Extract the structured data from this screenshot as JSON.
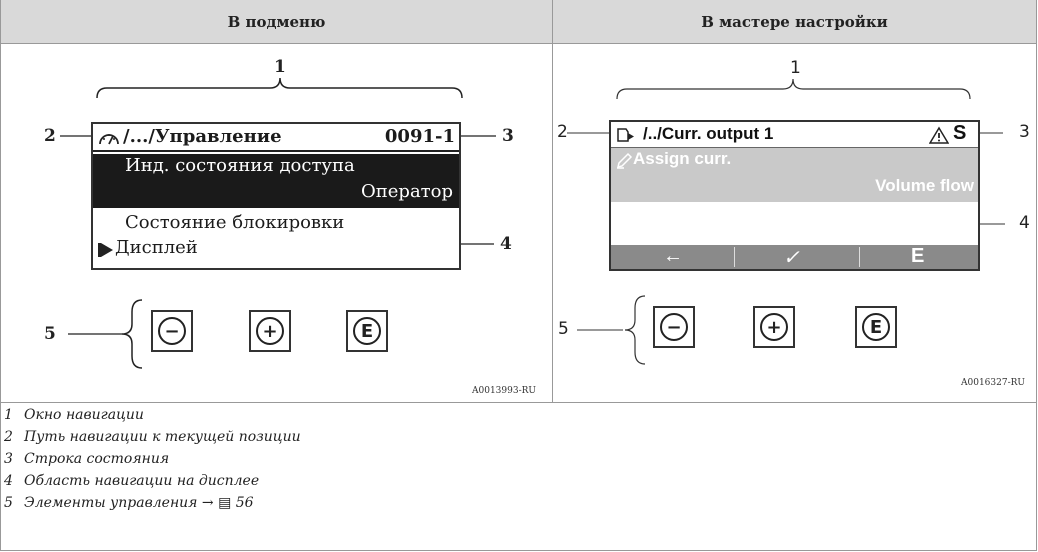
{
  "headers": {
    "left": "В подменю",
    "right": "В мастере настройки"
  },
  "left_panel": {
    "callouts": [
      "1",
      "2",
      "3",
      "4",
      "5"
    ],
    "path_icon": "gauge-icon",
    "path": "/.../Управление",
    "status": "0091-1",
    "rows": [
      {
        "text": "Инд. состояния доступа",
        "highlighted": true
      },
      {
        "text": "Оператор",
        "highlighted": true
      },
      {
        "text": "Состояние блокировки",
        "highlighted": false
      },
      {
        "text": "Дисплей",
        "highlighted": false
      }
    ],
    "pointer_icon": "triangle-pointer-icon",
    "buttons": [
      "−",
      "+",
      "E"
    ],
    "code": "A0013993-RU"
  },
  "right_panel": {
    "callouts": [
      "1",
      "2",
      "3",
      "4",
      "5"
    ],
    "path_icon": "wizard-icon",
    "path": "/../Curr. output 1",
    "status_icon": "warning-triangle-icon",
    "status_letter": "S",
    "edit_icon": "pencil-icon",
    "row1": "Assign curr.",
    "row2": "Volume flow",
    "softkeys": [
      "←",
      "✓",
      "E"
    ],
    "buttons": [
      "−",
      "+",
      "E"
    ],
    "code": "A0016327-RU"
  },
  "legend": [
    {
      "num": "1",
      "text": "Окно навигации"
    },
    {
      "num": "2",
      "text": "Путь навигации к текущей позиции"
    },
    {
      "num": "3",
      "text": "Строка состояния"
    },
    {
      "num": "4",
      "text": "Область навигации на дисплее"
    },
    {
      "num": "5",
      "text": "Элементы управления → ▤ 56"
    }
  ],
  "colors": {
    "header_bg": "#d9d9d9",
    "lcd_dark": "#1a1a1a",
    "lcd_grey": "#c9c9c9",
    "softkey_bar": "#8a8a8a"
  }
}
